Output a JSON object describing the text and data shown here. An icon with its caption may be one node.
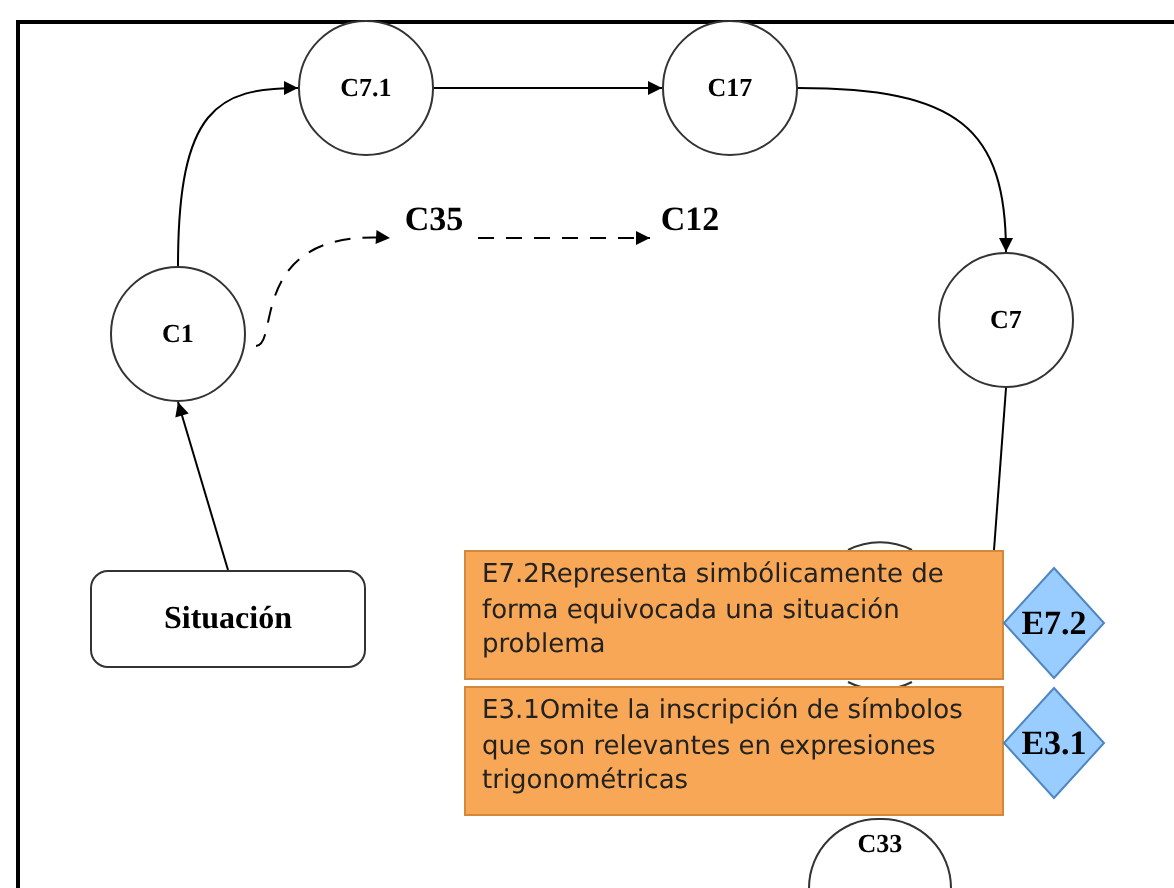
{
  "diagram": {
    "nodes": [
      {
        "text": [
          "C7.1"
        ]
      },
      {
        "text": [
          "C17"
        ]
      },
      {
        "text": [
          "C35"
        ]
      },
      {
        "text": [
          "C12"
        ]
      },
      {
        "text": [
          "C1"
        ]
      },
      {
        "text": [
          "C7"
        ]
      },
      {
        "text": [
          "Situación"
        ]
      },
      {
        "text": [
          "E7.2Representa simbólicamente de forma equivocada una situación problema"
        ]
      },
      {
        "text": [
          "E7.2"
        ]
      },
      {
        "text": [
          "E3.1Omite la inscripción de símbolos que son relevantes en expresiones trigonométricas"
        ]
      },
      {
        "text": [
          "E3.1"
        ]
      },
      {
        "text": [
          "C33"
        ]
      }
    ],
    "edges": [
      {
        "from": 6,
        "to": 4,
        "arrow": "to"
      },
      {
        "from": 4,
        "to": 0,
        "arrow": "to"
      },
      {
        "from": 0,
        "to": 1,
        "arrow": "to"
      },
      {
        "from": 1,
        "to": 5,
        "arrow": "to"
      },
      {
        "from": 4,
        "to": 2,
        "arrow": "to",
        "style": "dashed"
      },
      {
        "from": 2,
        "to": 3,
        "arrow": "to",
        "style": "dashed"
      },
      {
        "from": 5,
        "to": 7,
        "arrow": "none"
      }
    ]
  }
}
